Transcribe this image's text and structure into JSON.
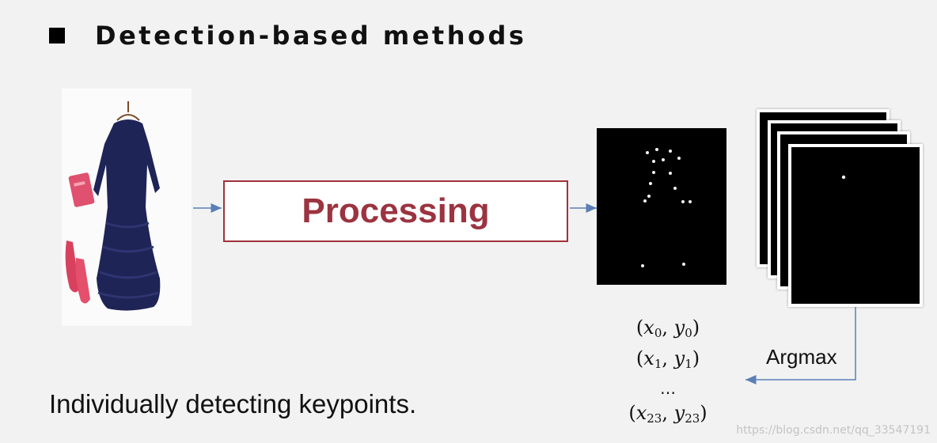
{
  "header": {
    "title": "Detection-based methods"
  },
  "process": {
    "label": "Processing"
  },
  "output": {
    "coords": [
      {
        "x": "x",
        "xsub": "0",
        "y": "y",
        "ysub": "0"
      },
      {
        "x": "x",
        "xsub": "1",
        "y": "y",
        "ysub": "1"
      },
      {
        "ellipsis": "…"
      },
      {
        "x": "x",
        "xsub": "23",
        "y": "y",
        "ysub": "23"
      }
    ],
    "argmax_label": "Argmax"
  },
  "caption": "Individually detecting keypoints.",
  "watermark": "https://blog.csdn.net/qq_33547191",
  "colors": {
    "accent": "#9b3440",
    "box_border": "#a0323a",
    "arrow": "#5b7fb5",
    "heatmap_bg": "#000000",
    "dress": "#1f2456",
    "accessory": "#e0506f"
  }
}
